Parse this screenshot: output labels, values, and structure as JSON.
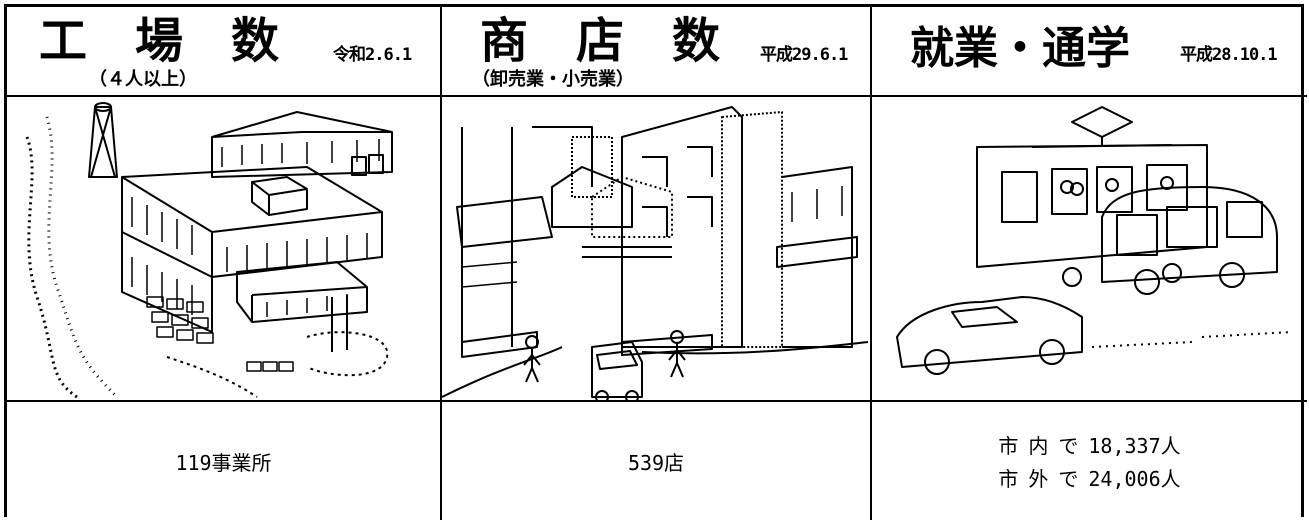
{
  "factories": {
    "title": "工　場　数",
    "subtitle": "（４人以上）",
    "date": "令和2.6.1",
    "value": "119事業所"
  },
  "shops": {
    "title": "商　店　数",
    "subtitle": "（卸売業・小売業）",
    "date": "平成29.6.1",
    "value": "539店"
  },
  "commute": {
    "title": "就業・通学",
    "date": "平成28.10.1",
    "lines": [
      {
        "label_chars": [
          "市",
          "内",
          "で"
        ],
        "value": "18,337人"
      },
      {
        "label_chars": [
          "市",
          "外",
          "で"
        ],
        "value": "24,006人"
      }
    ]
  }
}
